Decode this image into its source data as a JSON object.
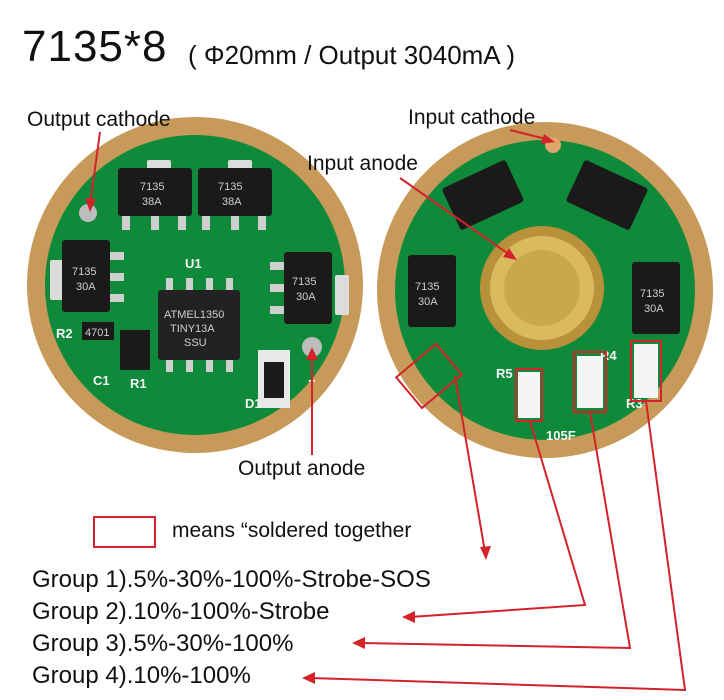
{
  "title": {
    "main": "7135*8",
    "sub": "( Φ20mm / Output 3040mA )"
  },
  "labels": {
    "output_cathode": "Output cathode",
    "input_cathode": "Input cathode",
    "input_anode": "Input anode",
    "output_anode": "Output anode"
  },
  "legend": {
    "text": "means  “soldered together"
  },
  "groups": [
    "Group 1).5%-30%-100%-Strobe-SOS",
    "Group 2).10%-100%-Strobe",
    "Group 3).5%-30%-100%",
    "Group 4).10%-100%"
  ],
  "board_text": {
    "chip": "7135",
    "chip_sub": "38A",
    "chip_sub_alt": "30A",
    "u1": "U1",
    "mcu_line1": "ATMEL1350",
    "mcu_line2": "TINY13A",
    "mcu_line3": "SSU",
    "r2": "R2",
    "r4701": "4701",
    "c1": "C1",
    "r1": "R1",
    "d1": "D1",
    "plus": "+",
    "r5": "R5",
    "r4": "R4",
    "r3": "R3",
    "code": "105F"
  },
  "colors": {
    "pcb": "#0f8a3a",
    "rim": "#c79a5a",
    "accent": "#d3222a",
    "gold": "#c9a84a"
  }
}
